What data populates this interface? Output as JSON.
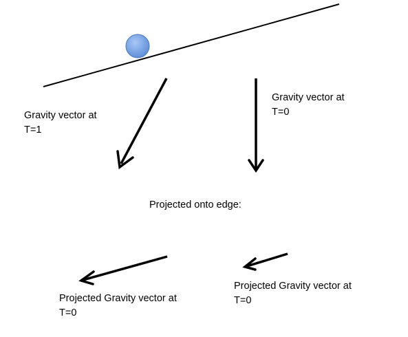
{
  "colors": {
    "line": "#000000",
    "ball_fill": "#6f9fe3",
    "ball_stroke": "#4a78c0",
    "text": "#000000"
  },
  "labels": {
    "gravity_t1": [
      "Gravity vector at",
      "T=1"
    ],
    "gravity_t0": [
      "Gravity vector at",
      "T=0"
    ],
    "projected_heading": "Projected onto edge:",
    "projected_left": [
      "Projected Gravity vector at",
      "T=0"
    ],
    "projected_right": [
      "Projected Gravity vector at",
      "T=0"
    ]
  }
}
